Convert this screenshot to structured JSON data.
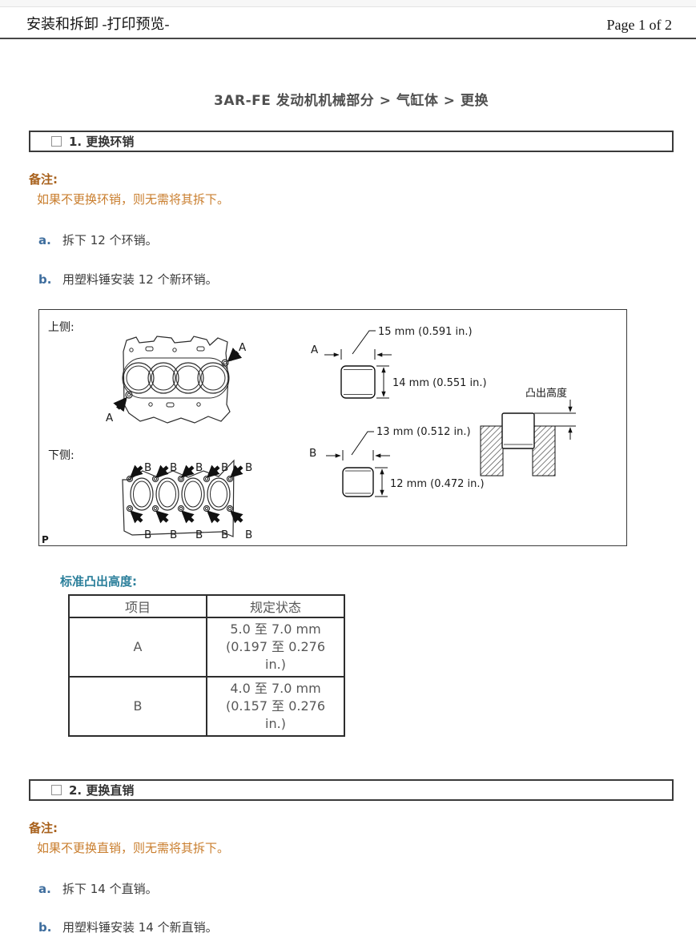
{
  "page": {
    "header_left": "安装和拆卸  -打印预览-",
    "header_right": "Page 1 of 2",
    "title": "3AR-FE 发动机机械部分 > 气缸体 > 更换"
  },
  "colors": {
    "note_orange": "#c97e2e",
    "note_label_orange": "#a8611c",
    "step_letter_blue": "#3f6e9e",
    "spec_heading_teal": "#2b7f9b"
  },
  "section1": {
    "label": "1. 更换环销",
    "note_label": "备注:",
    "note_text": "如果不更换环销，则无需将其拆下。",
    "steps": [
      {
        "letter": "a.",
        "text": "拆下 12 个环销。"
      },
      {
        "letter": "b.",
        "text": "用塑料锤安装 12 个新环销。"
      }
    ]
  },
  "figure": {
    "top_side_label": "上侧:",
    "bottom_side_label": "下侧:",
    "label_a": "A",
    "label_b": "B",
    "protrusion_label": "凸出高度",
    "corner_label": "P",
    "dims": {
      "a_width": "15 mm (0.591 in.)",
      "a_height": "14 mm (0.551 in.)",
      "b_width": "13 mm (0.512 in.)",
      "b_height": "12 mm (0.472 in.)"
    }
  },
  "spec": {
    "heading": "标准凸出高度:",
    "table": {
      "headers": [
        "项目",
        "规定状态"
      ],
      "rows": [
        {
          "item": "A",
          "value": "5.0 至 7.0 mm (0.197 至 0.276 in.)"
        },
        {
          "item": "B",
          "value": "4.0 至 7.0 mm (0.157 至 0.276 in.)"
        }
      ]
    }
  },
  "section2": {
    "label": "2. 更换直销",
    "note_label": "备注:",
    "note_text": "如果不更换直销，则无需将其拆下。",
    "steps": [
      {
        "letter": "a.",
        "text": "拆下 14 个直销。"
      },
      {
        "letter": "b.",
        "text": "用塑料锤安装 14 个新直销。"
      }
    ]
  }
}
